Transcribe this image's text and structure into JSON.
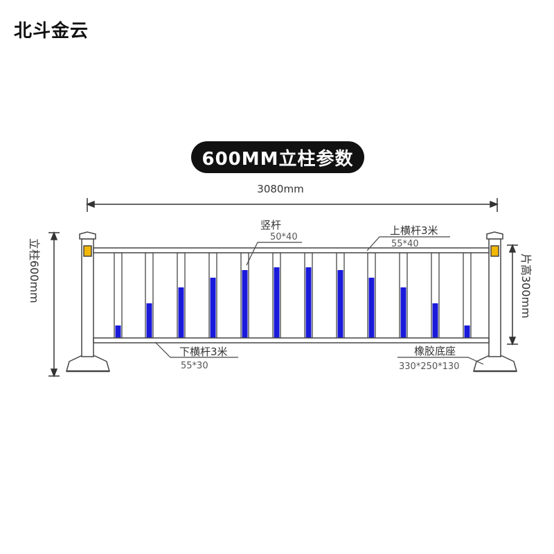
{
  "brand": "北斗金云",
  "title": "600MM立柱参数",
  "labels": {
    "total_width": "3080mm",
    "post_height": "立柱600mm",
    "panel_height": "片高300mm",
    "vertical_bar": "竖杆",
    "vertical_bar_size": "50*40",
    "top_rail": "上横杆3米",
    "top_rail_size": "55*40",
    "bottom_rail": "下横杆3米",
    "bottom_rail_size": "55*30",
    "base": "橡胶底座",
    "base_size": "330*250*130"
  },
  "colors": {
    "bar_fill": "#1a1adb",
    "reflector": "#f2b705",
    "frame": "#444444"
  }
}
